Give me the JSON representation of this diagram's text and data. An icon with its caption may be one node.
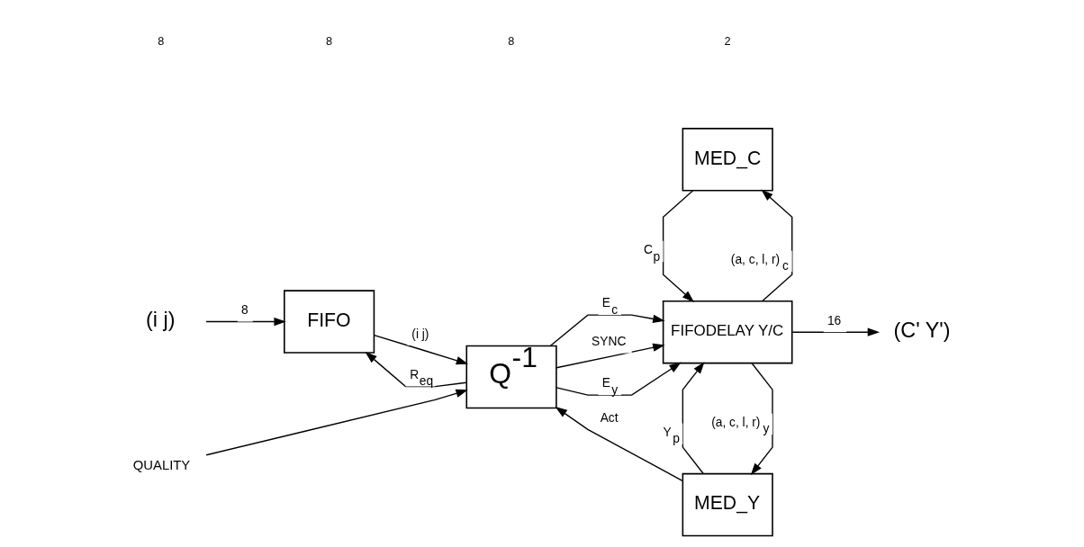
{
  "diagram": {
    "nodes": [
      {
        "text": [
          "(i j)"
        ]
      },
      {
        "text": [
          "FIFO"
        ]
      },
      {
        "text": [
          "Q$^{-1}$"
        ]
      },
      {
        "text": [
          "QUALITY"
        ]
      },
      {
        "text": [
          "FIFODELAY Y/C"
        ]
      },
      {
        "text": [
          "MED_C"
        ]
      },
      {
        "text": [
          "MED_Y"
        ]
      },
      {
        "text": [
          "(C' Y')"
        ]
      }
    ],
    "edges": [
      {
        "from": 0,
        "to": 1,
        "arrow": "to",
        "label": "8"
      },
      {
        "from": 1,
        "to": 2,
        "arrow": "to",
        "label": "(i j)"
      },
      {
        "from": 2,
        "to": 1,
        "arrow": "to",
        "label": "R$_{eq}$"
      },
      {
        "from": 3,
        "to": 2,
        "arrow": "to"
      },
      {
        "from": 2,
        "to": 4,
        "arrow": "to",
        "label": "E$_{c}$"
      },
      {
        "from": 2,
        "to": 4,
        "arrow": "to",
        "label": "SYNC"
      },
      {
        "from": 2,
        "to": 4,
        "arrow": "to",
        "label": "E$_{y}$"
      },
      {
        "from": 4,
        "to": 5,
        "arrow": "to",
        "label": "(a, c, l, r)$_{c}$"
      },
      {
        "from": 5,
        "to": 4,
        "arrow": "to",
        "label": "C$_{p}$"
      },
      {
        "from": 4,
        "to": 7,
        "arrow": "to",
        "label": "16"
      },
      {
        "from": 4,
        "to": 6,
        "arrow": "to",
        "label": "(a, c, l, r)$_{y}$"
      },
      {
        "from": 6,
        "to": 4,
        "arrow": "to",
        "label": "Y$_{p}$"
      },
      {
        "from": 6,
        "to": 2,
        "arrow": "to",
        "label": "Act"
      }
    ],
    "labels": [
      "8",
      "8",
      "8",
      "2"
    ]
  }
}
